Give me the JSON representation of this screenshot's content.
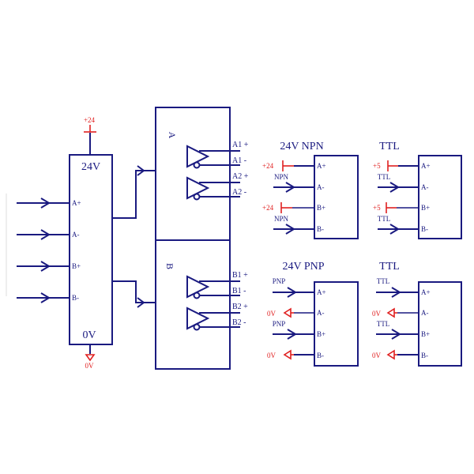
{
  "main_module": {
    "supply_top_label": "+24",
    "top_label": "24V",
    "bottom_label": "0V",
    "ground_label": "0V",
    "inputs": [
      "A+",
      "A-",
      "B+",
      "B-"
    ]
  },
  "channel_a": {
    "label": "A",
    "outputs": [
      "A1 +",
      "A1 -",
      "A2 +",
      "A2 -"
    ]
  },
  "channel_b": {
    "label": "B",
    "outputs": [
      "B1 +",
      "B1 -",
      "B2 +",
      "B2 -"
    ]
  },
  "npn_diagram": {
    "title": "24V NPN",
    "pins": [
      "A+",
      "A-",
      "B+",
      "B-"
    ],
    "supply_a": "+24",
    "supply_b": "+24",
    "signal_a": "NPN",
    "signal_b": "NPN"
  },
  "ttl_top_diagram": {
    "title": "TTL",
    "pins": [
      "A+",
      "A-",
      "B+",
      "B-"
    ],
    "supply_a": "+5",
    "supply_b": "+5",
    "signal_a": "TTL",
    "signal_b": "TTL"
  },
  "pnp_diagram": {
    "title": "24V PNP",
    "pins": [
      "A+",
      "A-",
      "B+",
      "B-"
    ],
    "signal_a": "PNP",
    "signal_b": "PNP",
    "ground_a": "0V",
    "ground_b": "0V"
  },
  "ttl_bottom_diagram": {
    "title": "TTL",
    "pins": [
      "A+",
      "A-",
      "B+",
      "B-"
    ],
    "signal_a": "TTL",
    "signal_b": "TTL",
    "ground_a": "0V",
    "ground_b": "0V"
  },
  "colors": {
    "wire": "#1a1a80",
    "power": "#e02020"
  }
}
